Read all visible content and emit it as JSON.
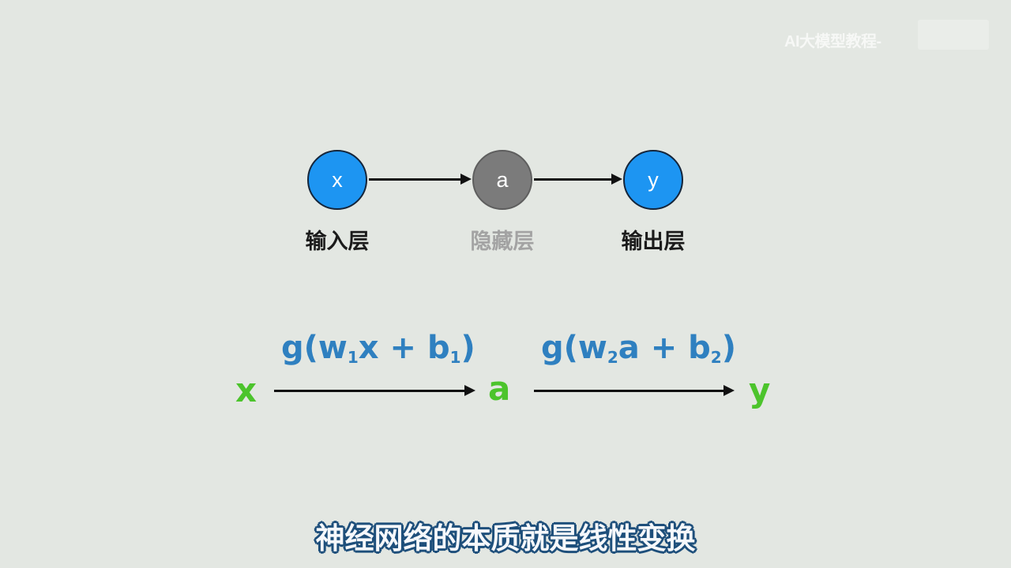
{
  "watermark": {
    "text": "AI大模型教程-"
  },
  "diagram": {
    "nodes": [
      {
        "id": "x",
        "label": "x",
        "layer": "输入层",
        "color": "#1d95f2"
      },
      {
        "id": "a",
        "label": "a",
        "layer": "隐藏层",
        "color": "#7b7b7b"
      },
      {
        "id": "y",
        "label": "y",
        "layer": "输出层",
        "color": "#1d95f2"
      }
    ],
    "edges": [
      {
        "from": "x",
        "to": "a"
      },
      {
        "from": "a",
        "to": "y"
      }
    ]
  },
  "equation": {
    "vars": [
      "x",
      "a",
      "y"
    ],
    "var_color": "#4cc42c",
    "formula_color": "#2f80c0",
    "formulas": [
      {
        "pre": "g(w",
        "sub1": "1",
        "mid": "x + b",
        "sub2": "1",
        "post": ")"
      },
      {
        "pre": "g(w",
        "sub1": "2",
        "mid": "a + b",
        "sub2": "2",
        "post": ")"
      }
    ]
  },
  "subtitle": "神经网络的本质就是线性变换"
}
